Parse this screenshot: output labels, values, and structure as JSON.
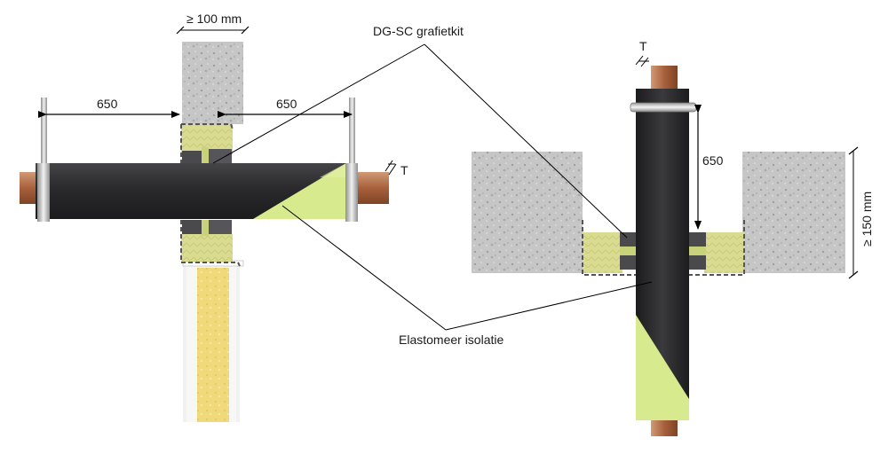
{
  "labels": {
    "min_wall_thickness": "≥ 100 mm",
    "dist_left": "650",
    "dist_right": "650",
    "grafietkit": "DG-SC grafietkit",
    "elastomeer": "Elastomeer isolatie",
    "t_horizontal": "T",
    "t_vertical": "T",
    "dist_vertical": "650",
    "min_floor_thickness": "≥ 150 mm"
  },
  "colors": {
    "concrete": "#c9c9c9",
    "insulation_black": "#2b2b2d",
    "insulation_green": "#d8ea8e",
    "copper": "#b5704a",
    "mineral_wool": "#d9d98a",
    "wall_filling": "#ecd77a"
  }
}
